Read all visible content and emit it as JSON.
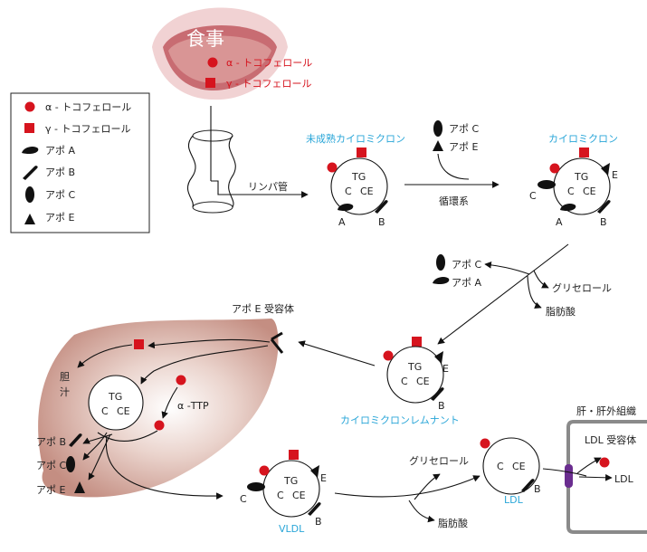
{
  "colors": {
    "red": "#d6141e",
    "blue": "#2aa6d8",
    "liver": "#c9968a",
    "mouth": "#d98f90",
    "receptor": "#6a2d8f",
    "tissue_border": "#8a8a8a"
  },
  "mouth": {
    "title": "食事",
    "alpha": "α - トコフェロール",
    "gamma": "γ - トコフェロール"
  },
  "legend": {
    "items": [
      {
        "label": "α - トコフェロール",
        "icon": "red-circle-icon"
      },
      {
        "label": "γ - トコフェロール",
        "icon": "red-square-icon"
      },
      {
        "label": "アポ A",
        "icon": "apo-a-icon"
      },
      {
        "label": "アポ B",
        "icon": "apo-b-icon"
      },
      {
        "label": "アポ C",
        "icon": "apo-c-icon"
      },
      {
        "label": "アポ E",
        "icon": "apo-e-icon"
      }
    ]
  },
  "labels": {
    "lymph": "リンパ管",
    "circulation": "循環系",
    "apo_c": "アポ C",
    "apo_e": "アポ E",
    "apo_a": "アポ A",
    "apo_b": "アポ B",
    "glycerol": "グリセロール",
    "fatty_acid": "脂肪酸",
    "apoe_receptor": "アポ E 受容体",
    "bile": "胆\n汁",
    "bile_1": "胆",
    "bile_2": "汁",
    "attp": "α -TTP",
    "liver_tissue": "肝・肝外組織",
    "ldl_receptor": "LDL 受容体",
    "ldl": "LDL"
  },
  "particles": {
    "nascent": {
      "name": "未成熟カイロミクロン",
      "tg": "TG",
      "c": "C",
      "ce": "CE",
      "a": "A",
      "b": "B"
    },
    "chylomicron": {
      "name": "カイロミクロン",
      "tg": "TG",
      "c": "C",
      "ce": "CE",
      "a": "A",
      "b": "B",
      "apo_c": "C",
      "apo_e": "E"
    },
    "remnant": {
      "name": "カイロミクロンレムナント",
      "tg": "TG",
      "c": "C",
      "ce": "CE",
      "b": "B",
      "apo_e": "E"
    },
    "liver": {
      "tg": "TG",
      "c": "C",
      "ce": "CE"
    },
    "vldl": {
      "name": "VLDL",
      "tg": "TG",
      "c": "C",
      "ce": "CE",
      "b": "B",
      "apo_c": "C",
      "apo_e": "E"
    },
    "ldl": {
      "name": "LDL",
      "c": "C",
      "ce": "CE",
      "b": "B"
    }
  }
}
